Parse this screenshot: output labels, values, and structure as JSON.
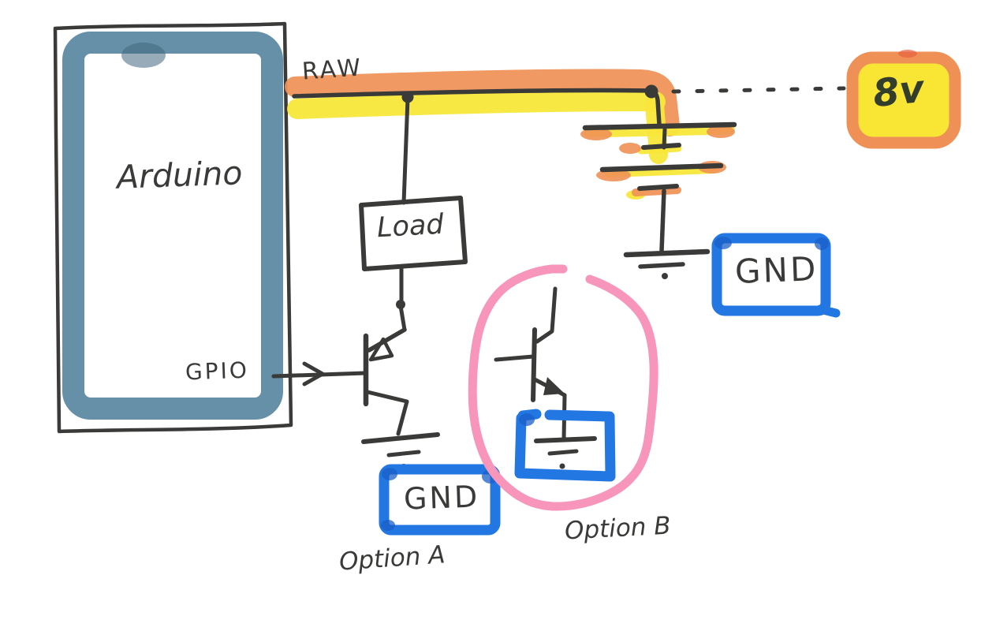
{
  "sketch": {
    "description": "Hand-drawn circuit sketch: powering an Arduino and a load from an 8v battery, with two low-side transistor switch ground options",
    "labels": {
      "arduino": "Arduino",
      "raw": "RAW",
      "gpio": "GPIO",
      "load": "Load",
      "supply": "8v",
      "gnd_battery": "GND",
      "gnd_option_a": "GND",
      "option_a": "Option A",
      "option_b": "Option B"
    },
    "colors": {
      "paper": "#ffffff",
      "ink": "#3a3a38",
      "board": "#5d8aa3",
      "board_dark": "#41687e",
      "orange": "#ef9157",
      "orange_dark": "#e8603f",
      "yellow": "#f8e73a",
      "blue": "#2277e3",
      "blue_dark": "#1b5fc8",
      "pink": "#f795ba",
      "supply_fill": "#f9e634",
      "supply_text": "#333d2c"
    }
  }
}
